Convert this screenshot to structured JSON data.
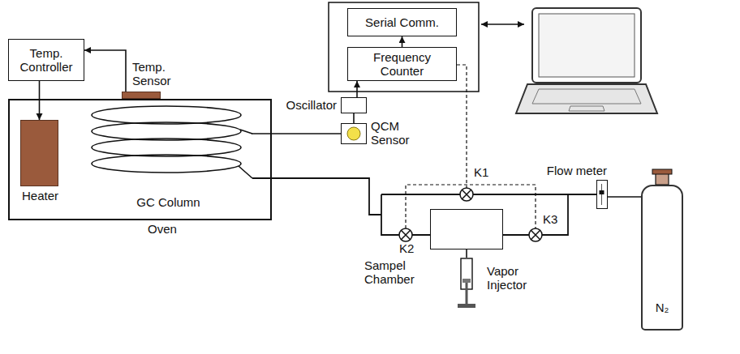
{
  "diagram": {
    "nodes": [
      {
        "text": [
          "Serial Comm."
        ]
      },
      {
        "text": [
          "Frequency Counter"
        ]
      },
      {
        "text": [
          "Temp. Controller"
        ]
      },
      {
        "text": [
          "Temp. Sensor"
        ]
      },
      {
        "text": [
          "Oven"
        ]
      },
      {
        "text": [
          "Heater"
        ],
        "in": 4
      },
      {
        "text": [
          "GC Column"
        ],
        "in": 4
      },
      {
        "text": [
          "Oscillator"
        ]
      },
      {
        "text": [
          "QCM Sensor"
        ]
      },
      {
        "text": [
          "Flow meter"
        ]
      },
      {
        "text": [
          "Sampel Chamber"
        ]
      },
      {
        "text": [
          "Vapor Injector"
        ]
      },
      {
        "text": [
          "N₂"
        ]
      }
    ],
    "edges": [
      {
        "from": 3,
        "to": 2,
        "arrow": "to"
      },
      {
        "from": 2,
        "to": 5,
        "arrow": "to"
      },
      {
        "from": 8,
        "to": 7,
        "arrow": "none"
      },
      {
        "from": 7,
        "to": 1,
        "arrow": "to"
      },
      {
        "from": 1,
        "to": 0,
        "arrow": "to"
      },
      {
        "from": 6,
        "to": 8,
        "arrow": "none"
      },
      {
        "from": 9,
        "to": 12,
        "arrow": "none"
      },
      {
        "from": 11,
        "to": 10,
        "arrow": "none"
      }
    ],
    "labels": [
      "K1",
      "K2",
      "K3"
    ]
  }
}
